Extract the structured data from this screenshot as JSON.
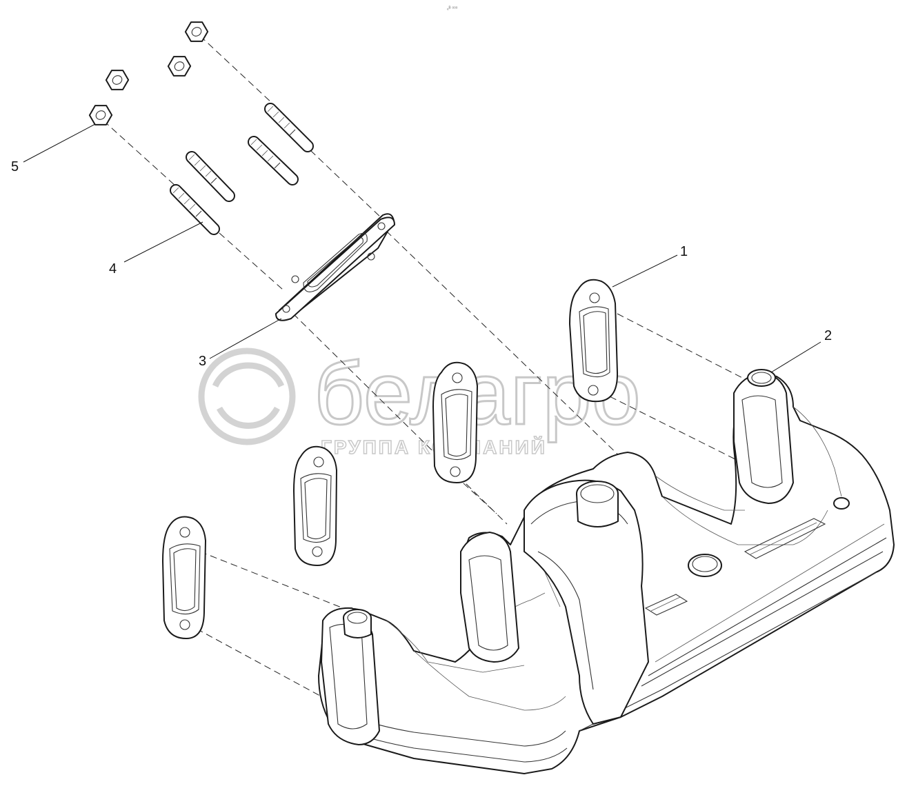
{
  "header": {
    "code": "ₑᴮ ᵒᵒᵒ"
  },
  "callouts": [
    {
      "id": "1",
      "label": "1"
    },
    {
      "id": "2",
      "label": "2"
    },
    {
      "id": "3",
      "label": "3"
    },
    {
      "id": "4",
      "label": "4"
    },
    {
      "id": "5",
      "label": "5"
    }
  ],
  "watermark": {
    "brand": "белагро",
    "subtitle": "ГРУППА КОМПАНИЙ"
  },
  "colors": {
    "line": "#1a1a1a",
    "watermark": "#c8c8c8",
    "background": "#ffffff"
  }
}
